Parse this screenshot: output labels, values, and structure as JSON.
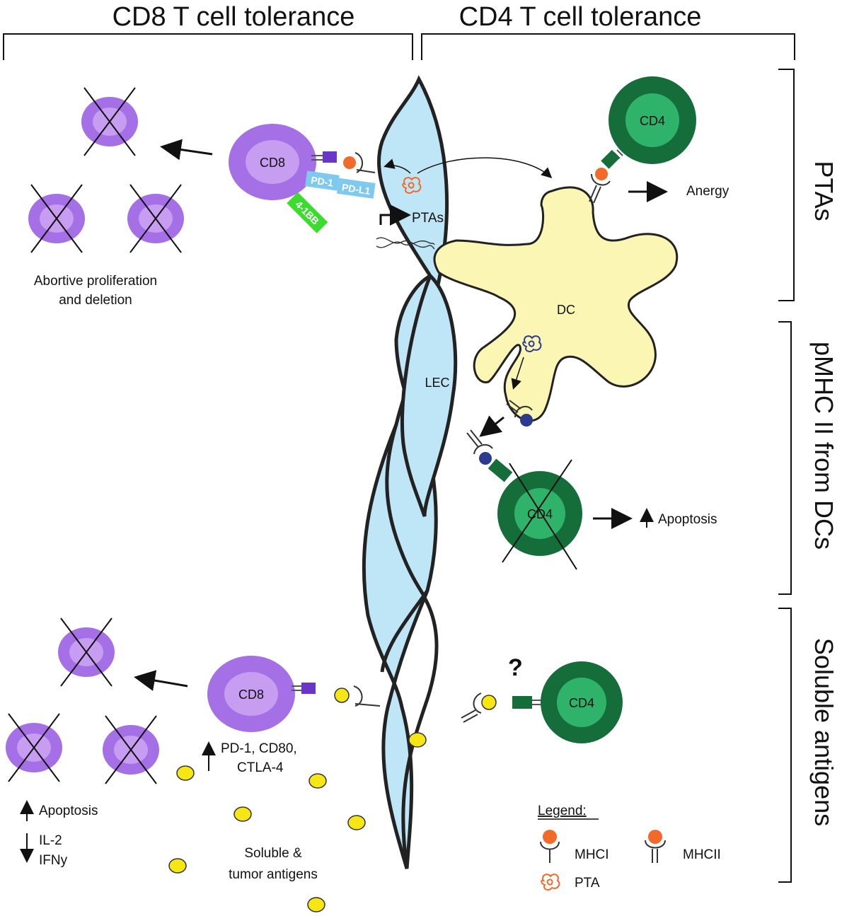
{
  "headers": {
    "cd8": "CD8 T cell tolerance",
    "cd4": "CD4 T cell tolerance"
  },
  "sections": {
    "ptas": "PTAs",
    "pmhc": "pMHC II from DCs",
    "soluble": "Soluble antigens"
  },
  "cells": {
    "cd8": "CD8",
    "cd4": "CD4",
    "dc": "DC",
    "lec": "LEC"
  },
  "molecules": {
    "pd1": "PD-1",
    "pdl1": "PD-L1",
    "fourbb": "4-1BB",
    "ptas_gene": "PTAs"
  },
  "outcomes": {
    "abortive_1": "Abortive proliferation",
    "abortive_2": "and deletion",
    "anergy": "Anergy",
    "apoptosis": "Apoptosis",
    "up_markers_1": "PD-1, CD80,",
    "up_markers_2": "CTLA-4",
    "il2": "IL-2",
    "ifny": "IFNy",
    "question": "?",
    "soluble_1": "Soluble &",
    "soluble_2": "tumor antigens"
  },
  "legend": {
    "title": "Legend:",
    "mhci": "MHCI",
    "mhcii": "MHCII",
    "pta": "PTA"
  },
  "colors": {
    "lec_fill": "#bfe6f7",
    "cd8_outer": "#a56fe6",
    "cd8_inner": "#c79df2",
    "cd4_outer": "#156e3a",
    "cd4_inner": "#2fb36a",
    "dc_fill": "#fbf6b4",
    "pta_orange": "#f26a2a",
    "soluble_yellow": "#f5e614",
    "navy": "#2b3a8f",
    "pd_blue": "#7fc9ef",
    "fourbb_green": "#3bdc2e"
  }
}
